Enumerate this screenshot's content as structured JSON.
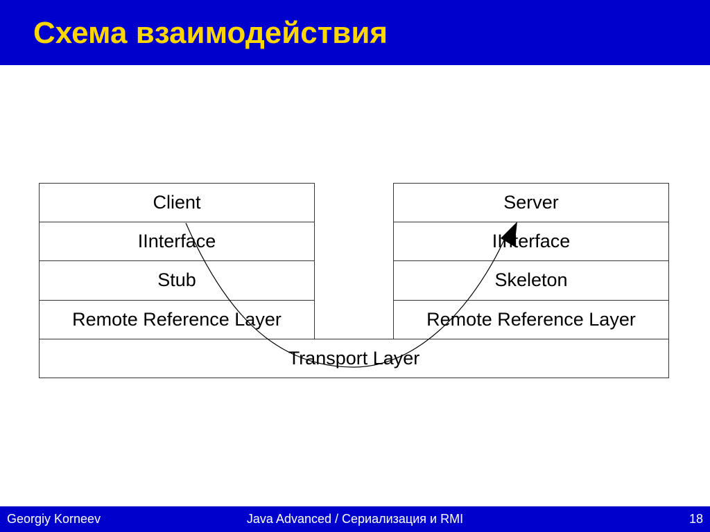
{
  "slide": {
    "title": "Схема взаимодействия"
  },
  "diagram": {
    "client_stack": [
      "Client",
      "IInterface",
      "Stub",
      "Remote Reference Layer"
    ],
    "server_stack": [
      "Server",
      "IInterface",
      "Skeleton",
      "Remote Reference Layer"
    ],
    "shared_layer": "Transport Layer"
  },
  "footer": {
    "author": "Georgiy Korneev",
    "course": "Java Advanced / Сериализация и RMI",
    "page": "18"
  },
  "colors": {
    "header_bg": "#0000cc",
    "title_color": "#ffd700",
    "footer_text": "#ffffff",
    "box_border": "#333333"
  }
}
